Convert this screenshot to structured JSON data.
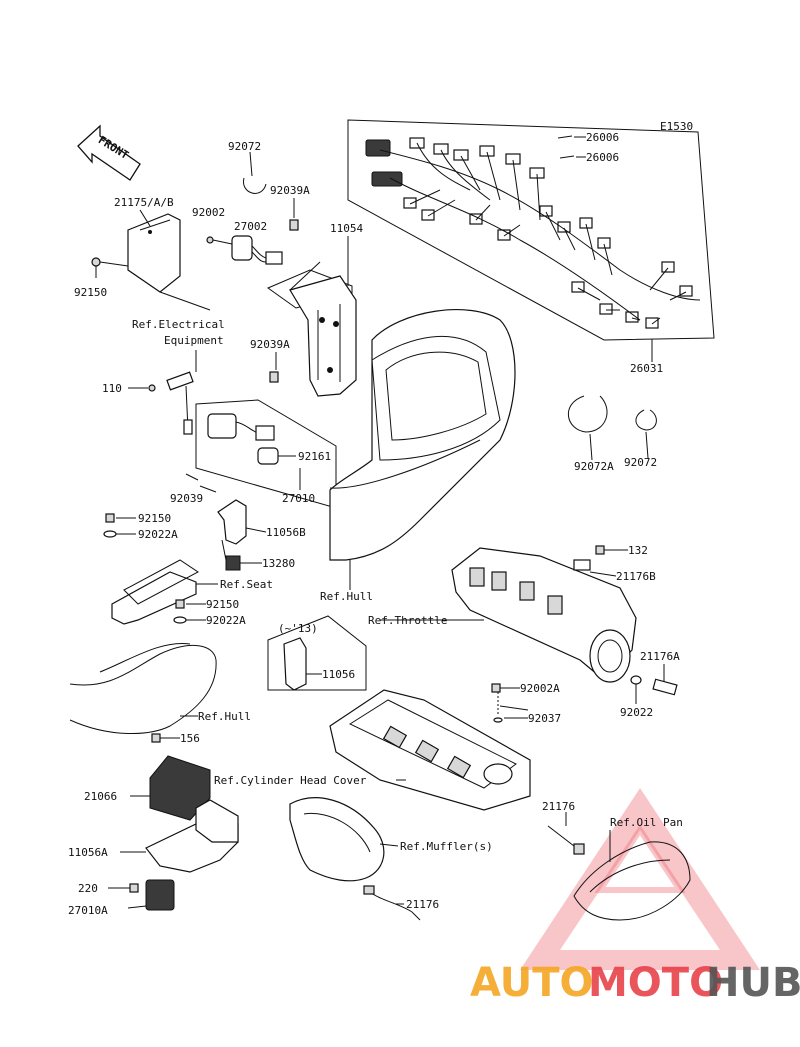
{
  "diagram_code": "E1530",
  "front_arrow_label": "FRONT",
  "parts": {
    "p26006a": "26006",
    "p26006b": "26006",
    "p26031": "26031",
    "p92072_top": "92072",
    "p21175": "21175/A/B",
    "p92002": "92002",
    "p27002": "27002",
    "p92039A_top": "92039A",
    "p11054": "11054",
    "p92150_top": "92150",
    "p92039A_mid": "92039A",
    "p110": "110",
    "p92161": "92161",
    "p27010": "27010",
    "p92039": "92039",
    "p92072A": "92072A",
    "p92072_right": "92072",
    "p92150_a": "92150",
    "p92022A_a": "92022A",
    "p11056B": "11056B",
    "p13280": "13280",
    "p92150_b": "92150",
    "p92022A_b": "92022A",
    "p11056_tag": "(~'13)",
    "p11056": "11056",
    "p132": "132",
    "p21176B": "21176B",
    "p21176A": "21176A",
    "p92022": "92022",
    "p92002A": "92002A",
    "p92037": "92037",
    "p156": "156",
    "p21066": "21066",
    "p11056A": "11056A",
    "p220": "220",
    "p27010A": "27010A",
    "p21176_right": "21176",
    "p21176_bottom": "21176"
  },
  "references": {
    "electrical_1": "Ref.Electrical",
    "electrical_2": "Equipment",
    "seat": "Ref.Seat",
    "hull_1": "Ref.Hull",
    "hull_2": "Ref.Hull",
    "throttle": "Ref.Throttle",
    "cylinder_head_cover": "Ref.Cylinder Head Cover",
    "mufflers": "Ref.Muffler(s)",
    "oil_pan": "Ref.Oil Pan"
  },
  "watermark": {
    "part1": "AUTO",
    "part2": "MOTO",
    "part3": "HUB",
    "color1": "#f5a623",
    "color2": "#e8424a",
    "color3": "#555555",
    "triangle_color": "#e8424a"
  }
}
